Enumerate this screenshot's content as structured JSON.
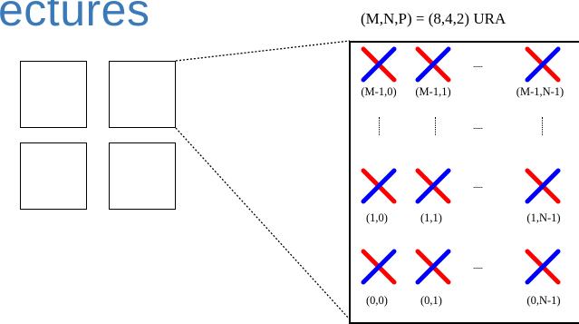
{
  "slide": {
    "title_fragment": "ectures",
    "array_config": "(M,N,P) = (8,4,2) URA"
  },
  "ura": {
    "rows": [
      {
        "row": "top",
        "labels": [
          "(M-1,0)",
          "(M-1,1)",
          "(M-1,N-1)"
        ]
      },
      {
        "row": "middle",
        "labels": [
          "(1,0)",
          "(1,1)",
          "(1,N-1)"
        ]
      },
      {
        "row": "bottom",
        "labels": [
          "(0,0)",
          "(0,1)",
          "(0,N-1)"
        ]
      }
    ],
    "ellipsis": "......"
  },
  "colors": {
    "title": "#3b7ab8",
    "polarization_a": "#ff0000",
    "polarization_b": "#0000ff"
  }
}
